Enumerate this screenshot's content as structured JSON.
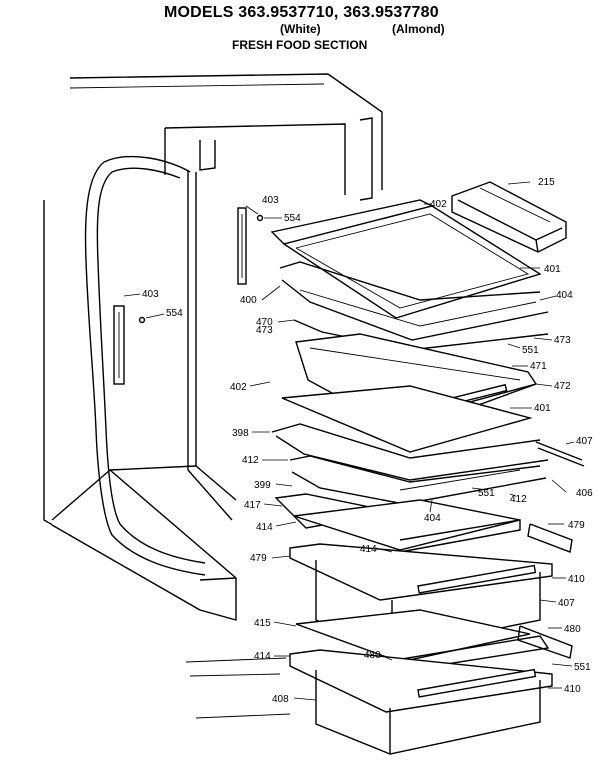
{
  "header": {
    "title": "MODELS 363.9537710, 363.9537780",
    "variant_white": "(White)",
    "variant_almond": "(Almond)",
    "section": "FRESH FOOD SECTION"
  },
  "callouts": [
    {
      "id": "c403a",
      "label": "403"
    },
    {
      "id": "c554a",
      "label": "554"
    },
    {
      "id": "c402a",
      "label": "402"
    },
    {
      "id": "c215",
      "label": "215"
    },
    {
      "id": "c401a",
      "label": "401"
    },
    {
      "id": "c403b",
      "label": "403"
    },
    {
      "id": "c554b",
      "label": "554"
    },
    {
      "id": "c400",
      "label": "400"
    },
    {
      "id": "c470",
      "label": "470"
    },
    {
      "id": "c473a",
      "label": "473"
    },
    {
      "id": "c404a",
      "label": "404"
    },
    {
      "id": "c473b",
      "label": "473"
    },
    {
      "id": "c551a",
      "label": "551"
    },
    {
      "id": "c471",
      "label": "471"
    },
    {
      "id": "c402b",
      "label": "402"
    },
    {
      "id": "c472",
      "label": "472"
    },
    {
      "id": "c401b",
      "label": "401"
    },
    {
      "id": "c398",
      "label": "398"
    },
    {
      "id": "c407a",
      "label": "407"
    },
    {
      "id": "c412a",
      "label": "412"
    },
    {
      "id": "c399",
      "label": "399"
    },
    {
      "id": "c551b",
      "label": "551"
    },
    {
      "id": "c412b",
      "label": "412"
    },
    {
      "id": "c406",
      "label": "406"
    },
    {
      "id": "c417",
      "label": "417"
    },
    {
      "id": "c404b",
      "label": "404"
    },
    {
      "id": "c414a",
      "label": "414"
    },
    {
      "id": "c479a",
      "label": "479"
    },
    {
      "id": "c414b",
      "label": "414"
    },
    {
      "id": "c479b",
      "label": "479"
    },
    {
      "id": "c410a",
      "label": "410"
    },
    {
      "id": "c407b",
      "label": "407"
    },
    {
      "id": "c415",
      "label": "415"
    },
    {
      "id": "c480a",
      "label": "480"
    },
    {
      "id": "c414c",
      "label": "414"
    },
    {
      "id": "c480b",
      "label": "480"
    },
    {
      "id": "c551c",
      "label": "551"
    },
    {
      "id": "c410b",
      "label": "410"
    },
    {
      "id": "c408",
      "label": "408"
    }
  ]
}
